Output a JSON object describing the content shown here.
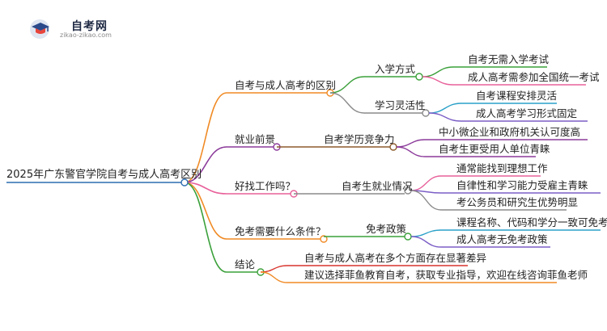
{
  "logo": {
    "icon": "graduation-cap-icon",
    "brand": "自考网",
    "url": "zikao-zikao.com"
  },
  "root": "2025年广东警官学院自考与成人高考区别",
  "branches": [
    {
      "label": "自考与成人高考的区别",
      "color": "#f08a24",
      "subs": [
        {
          "label": "入学方式",
          "color": "#3aa03a",
          "leaves": [
            {
              "label": "自考无需入学考试",
              "color": "#e8609a"
            },
            {
              "label": "成人高考需参加全国统一考试",
              "color": "#e8609a"
            }
          ]
        },
        {
          "label": "学习灵活性",
          "color": "#8a8a8a",
          "leaves": [
            {
              "label": "自考课程安排灵活",
              "color": "#7b5ec6"
            },
            {
              "label": "成人高考学习形式固定",
              "color": "#7b5ec6"
            }
          ]
        }
      ]
    },
    {
      "label": "就业前景",
      "color": "#8b3a9a",
      "subs": [
        {
          "label": "自考学历竞争力",
          "color": "#8b5a2b",
          "leaves": [
            {
              "label": "中小微企业和政府机关认可度高",
              "color": "#8b3a9a"
            },
            {
              "label": "自考生更受用人单位青睐",
              "color": "#8b3a9a"
            }
          ]
        }
      ]
    },
    {
      "label": "好找工作吗？",
      "color": "#e8609a",
      "subs": [
        {
          "label": "自考生就业情况",
          "color": "#8a8a8a",
          "leaves": [
            {
              "label": "通常能找到理想工作",
              "color": "#e8609a"
            },
            {
              "label": "自律性和学习能力受雇主青睐",
              "color": "#7b5ec6"
            },
            {
              "label": "考公务员和研究生优势明显",
              "color": "#8a8a8a"
            }
          ]
        }
      ]
    },
    {
      "label": "免考需要什么条件？",
      "color": "#f08a24",
      "subs": [
        {
          "label": "免考政策",
          "color": "#3aa03a",
          "leaves": [
            {
              "label": "课程名称、代码和学分一致可免考",
              "color": "#2aa0c8"
            },
            {
              "label": "成人高考无免考政策",
              "color": "#7b5ec6"
            }
          ]
        }
      ]
    },
    {
      "label": "结论",
      "color": "#3aa03a",
      "leaves": [
        {
          "label": "自考与成人高考在多个方面存在显著差异",
          "color": "#d8342c"
        },
        {
          "label": "建议选择菲鱼教育自考，获取专业指导，欢迎在线咨询菲鱼老师",
          "color": "#f08a24"
        }
      ]
    }
  ]
}
